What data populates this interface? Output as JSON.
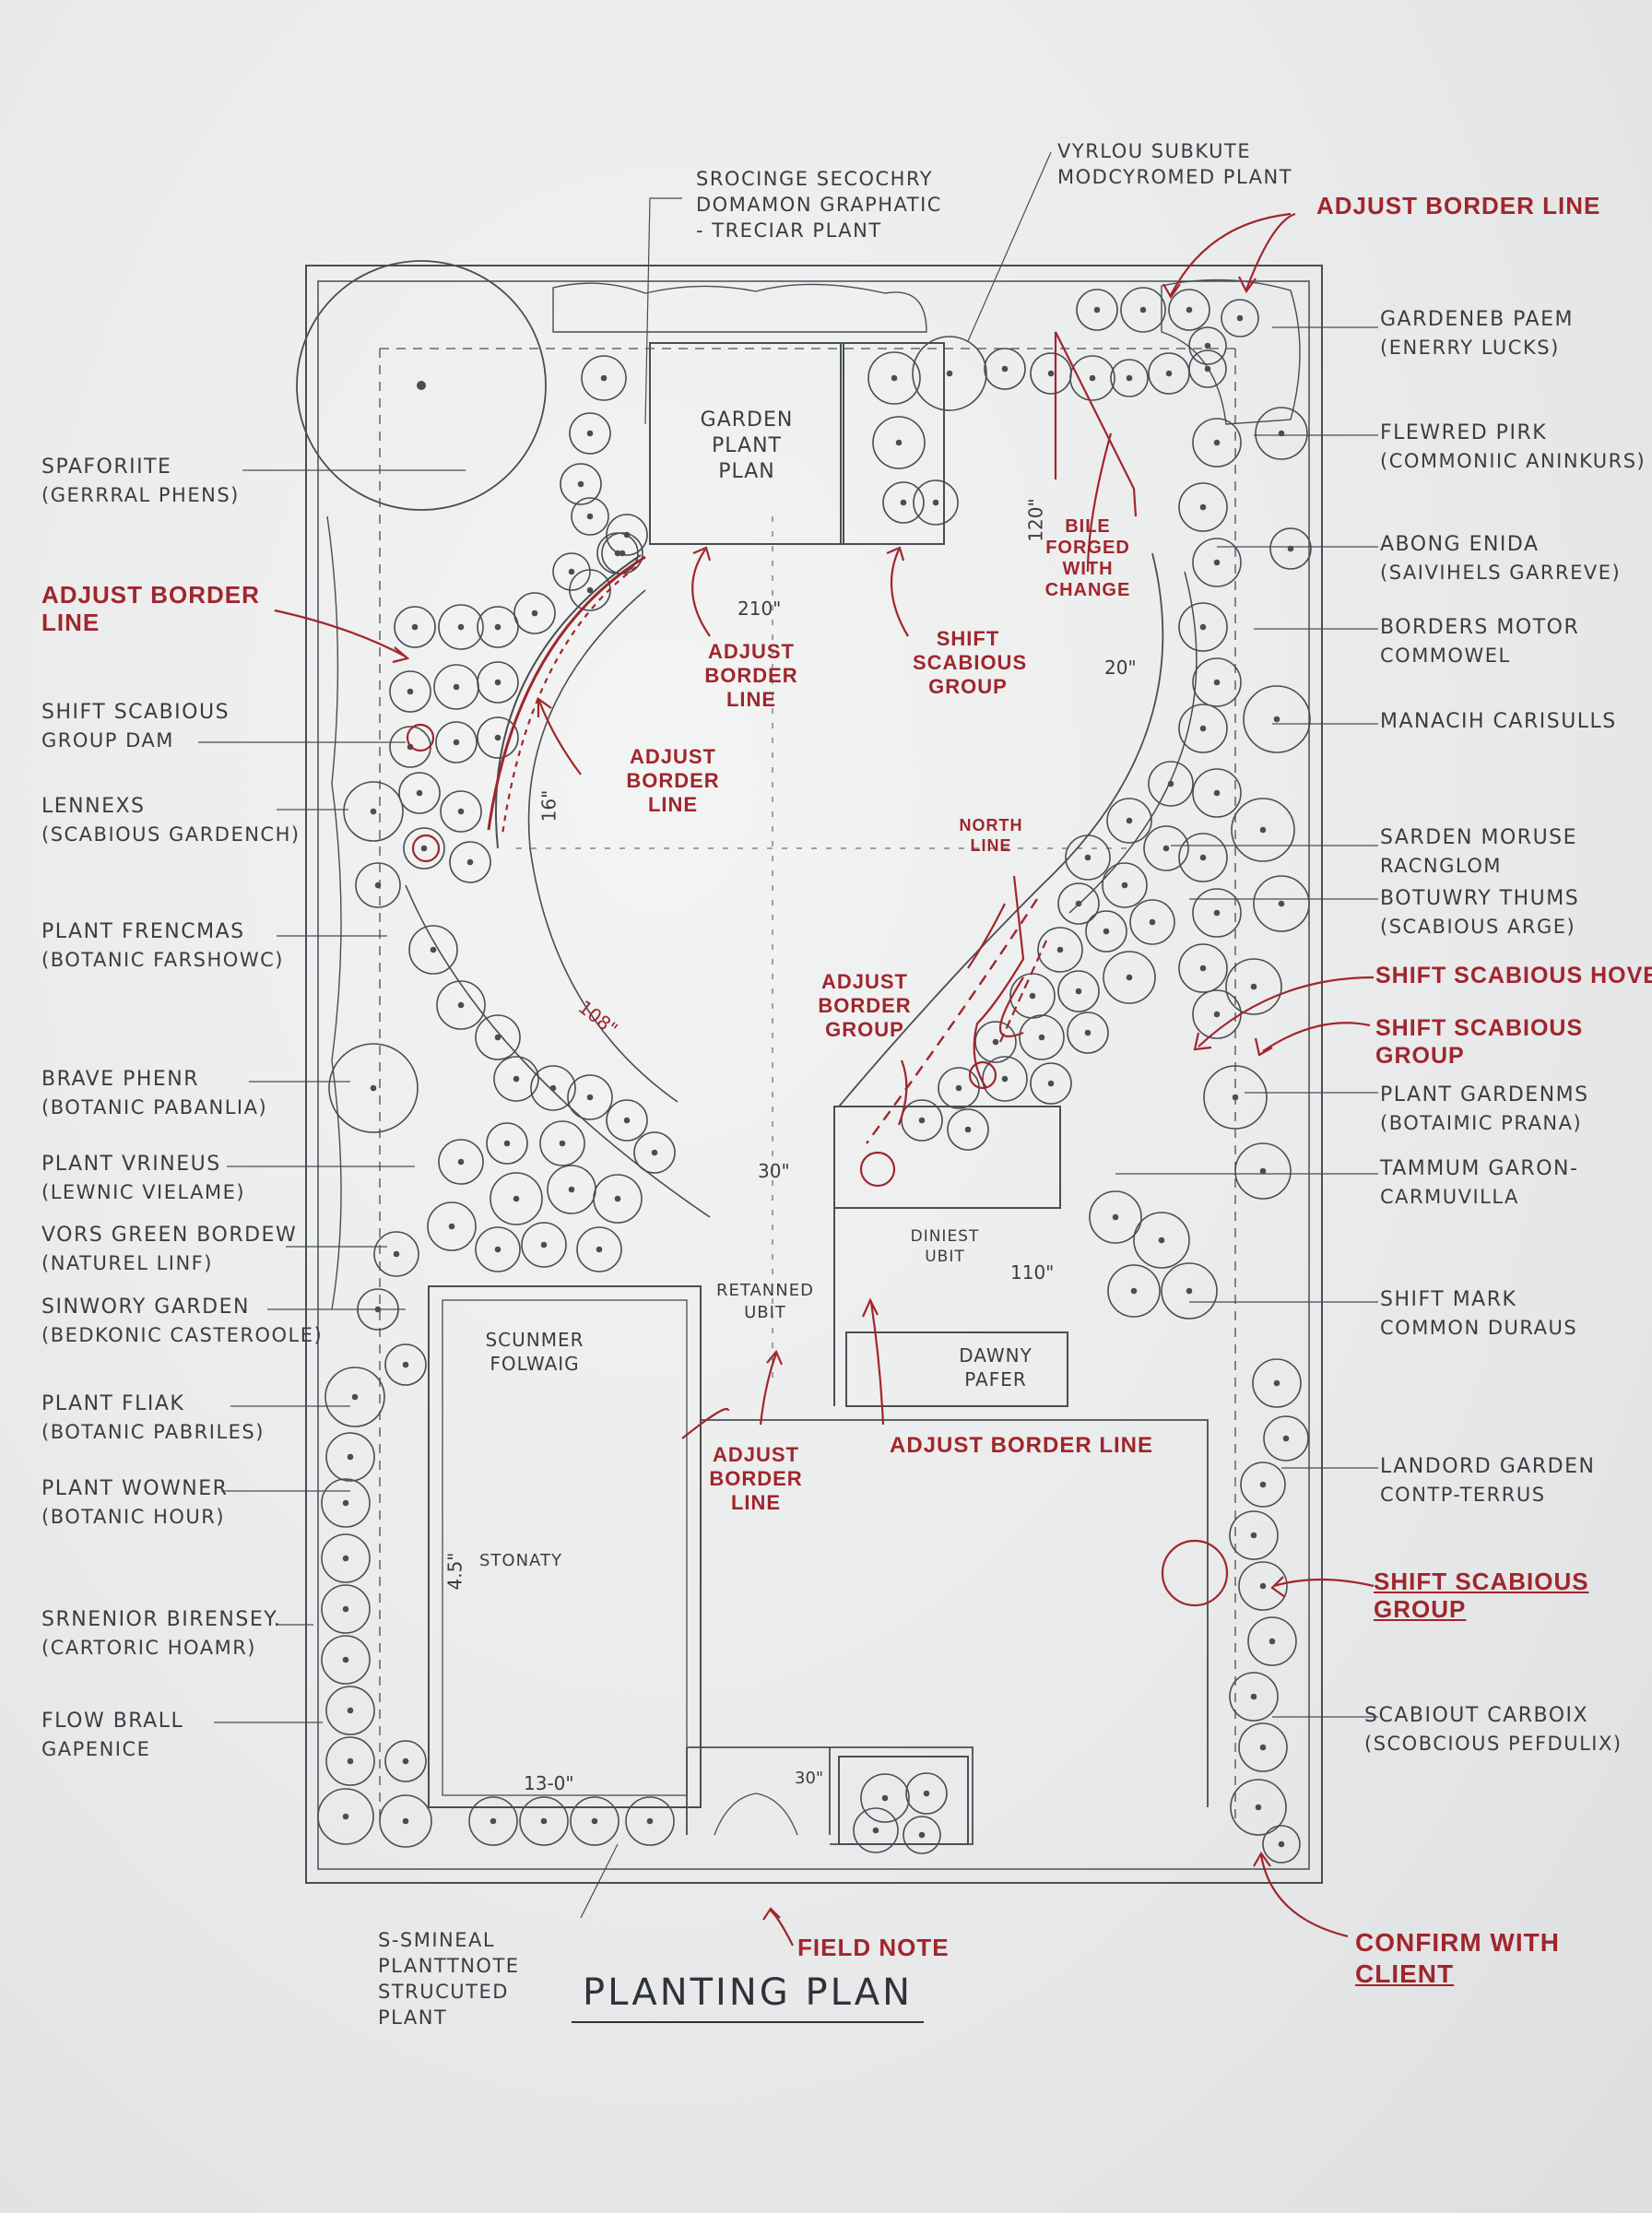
{
  "title": "PLANTING PLAN",
  "colors": {
    "pencil": "#3a3d40",
    "red_ink": "#a0262c",
    "paper": "#e9eaea"
  },
  "left_labels": [
    {
      "line1": "SPAFORIITE",
      "line2": "(GERRRAL PHENS)"
    },
    {
      "line1": "SHIFT SCABIOUS",
      "line2": "GROUP DAM"
    },
    {
      "line1": "LENNEXS",
      "line2": "(SCABIOUS GARDENCH)"
    },
    {
      "line1": "PLANT FRENCMAS",
      "line2": "(BOTANIC FARSHOWC)"
    },
    {
      "line1": "BRAVE PHENR",
      "line2": "(BOTANIC PABANLIA)"
    },
    {
      "line1": "PLANT VRINEUS",
      "line2": "(LEWNIC VIELAME)"
    },
    {
      "line1": "VORS GREEN BORDEW",
      "line2": "(NATUREL LINF)"
    },
    {
      "line1": "SINWORY GARDEN",
      "line2": "(BEDKONIC CASTEROOLE)"
    },
    {
      "line1": "PLANT FLIAK",
      "line2": "(BOTANIC PABRILES)"
    },
    {
      "line1": "PLANT WOWNER",
      "line2": "(BOTANIC HOUR)"
    },
    {
      "line1": "SRNENIOR BIRENSEY.",
      "line2": "(CARTORIC HOAMR)"
    },
    {
      "line1": "FLOW BRALL",
      "line2": "GAPENICE"
    }
  ],
  "right_labels": [
    {
      "line1": "GARDENEB PAEM",
      "line2": "(ENERRY LUCKS)"
    },
    {
      "line1": "FLEWRED PIRK",
      "line2": "(COMMONIIC ANINKURS)"
    },
    {
      "line1": "ABONG ENIDA",
      "line2": "(SAIVIHELS GARREVE)"
    },
    {
      "line1": "BORDERS MOTOR",
      "line2": "COMMOWEL"
    },
    {
      "line1": "MANACIH CARISULLS",
      "line2": ""
    },
    {
      "line1": "SARDEN MORUSE",
      "line2": "RACNGLOM"
    },
    {
      "line1": "BOTUWRY THUMS",
      "line2": "(SCABIOUS ARGE)"
    },
    {
      "line1": "PLANT GARDENMS",
      "line2": "(BOTAIMIC PRANA)"
    },
    {
      "line1": "TAMMUM GARON-",
      "line2": "CARMUVILLA"
    },
    {
      "line1": "SHIFT MARK",
      "line2": "COMMON DURAUS"
    },
    {
      "line1": "LANDORD GARDEN",
      "line2": "CONTP-TERRUS"
    },
    {
      "line1": "SCABIOUT CARBOIX",
      "line2": "(SCOBCIOUS PEFDULIX)"
    }
  ],
  "top_labels": {
    "left": [
      "SROCINGE SECOCHRY",
      "DOMAMON GRAPHATIC",
      "- TRECIAR PLANT"
    ],
    "right": [
      "VYRLOU SUBKUTE",
      "MODCYROMED PLANT"
    ]
  },
  "bottom_label": [
    "S-SMINEAL",
    "PLANTTNOTE",
    "STRUCUTED",
    "PLANT"
  ],
  "red_notes": {
    "top_right": "ADJUST BORDER LINE",
    "left": [
      "ADJUST BORDER",
      "LINE"
    ],
    "top_mid_a": [
      "ADJUST",
      "BORDER",
      "LINE"
    ],
    "top_mid_b": [
      "SHIFT",
      "SCABIOUS",
      "GROUP"
    ],
    "bile": [
      "BILE",
      "FORGED",
      "WITH",
      "CHANGE"
    ],
    "arc_left": [
      "ADJUST",
      "BORDER",
      "LINE"
    ],
    "north": [
      "NORTH",
      "LINE"
    ],
    "center": [
      "ADJUST",
      "BORDER",
      "GROUP"
    ],
    "shift_house": "SHIFT SCABIOUS HOVE",
    "shift_group_a": [
      "SHIFT SCABIOUS",
      "GROUP"
    ],
    "bottom_a": [
      "ADJUST",
      "BORDER",
      "LINE"
    ],
    "bottom_b": "ADJUST BORDER LINE",
    "shift_group_b": [
      "SHIFT SCABIOUS",
      "GROUP"
    ],
    "field_note": "FIELD NOTE",
    "confirm": [
      "CONFIRM WITH",
      "CLIENT"
    ]
  },
  "areas": {
    "garden_plan": [
      "GARDEN",
      "PLANT",
      "PLAN"
    ],
    "retained": [
      "RETANNED",
      "UBIT"
    ],
    "dinest": [
      "DINIEST",
      "UBIT"
    ],
    "dawny": [
      "DAWNY",
      "PAFER"
    ],
    "scunmer": [
      "SCUNMER",
      "FOLWAIG"
    ],
    "stonaty": "STONATY"
  },
  "dimensions": {
    "d210": "210\"",
    "d120": "120\"",
    "d20": "20\"",
    "d16": "16\"",
    "d108": "108\"",
    "d30a": "30\"",
    "d110": "110\"",
    "d45": "4.5\"",
    "d130": "13-0\"",
    "d30b": "30\""
  }
}
